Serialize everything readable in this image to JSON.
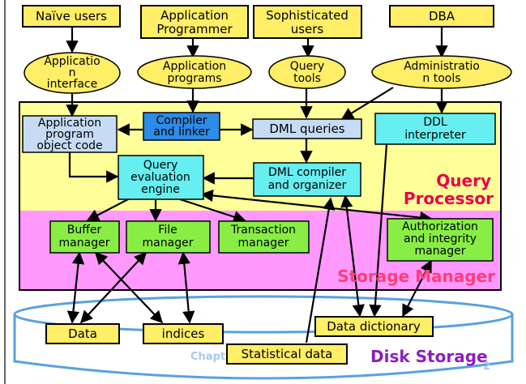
{
  "users": {
    "naive": "Naïve users",
    "programmer": [
      "Application",
      "Programmer"
    ],
    "sophisticated": [
      "Sophisticated",
      "users"
    ],
    "dba": "DBA"
  },
  "interfaces": {
    "app_interface": [
      "Applicatio",
      "n",
      "interface"
    ],
    "app_programs": [
      "Application",
      "programs"
    ],
    "query_tools": [
      "Query",
      "tools"
    ],
    "admin_tools": [
      "Administratio",
      "n tools"
    ]
  },
  "query_processor": {
    "label": [
      "Query",
      "Processor"
    ],
    "app_object_code": [
      "Application",
      "program",
      "object code"
    ],
    "compiler_linker": [
      "Compiler",
      "and linker"
    ],
    "dml_queries": "DML queries",
    "ddl_interpreter": [
      "DDL",
      "interpreter"
    ],
    "query_engine": [
      "Query",
      "evaluation",
      "engine"
    ],
    "dml_compiler": [
      "DML compiler",
      "and organizer"
    ]
  },
  "storage_manager": {
    "label": "Storage Manager",
    "buffer_manager": [
      "Buffer",
      "manager"
    ],
    "file_manager": [
      "File",
      "manager"
    ],
    "transaction_manager": [
      "Transaction",
      "manager"
    ],
    "auth_manager": [
      "Authorization",
      "and integrity",
      "manager"
    ]
  },
  "disk_storage": {
    "label": "Disk Storage",
    "data": "Data",
    "indices": "indices",
    "data_dictionary": "Data dictionary",
    "statistical_data": "Statistical data"
  },
  "footer": {
    "chapter_text": "Chapt",
    "page_number": "2"
  },
  "colors": {
    "yellow_box": "#ffee66",
    "qp_band": "#ffff99",
    "sm_band": "#ff99ff",
    "light_blue": "#c6dcf5",
    "cyan": "#66eef0",
    "dark_blue": "#2e8be6",
    "green": "#88ee44",
    "disk_border": "#5aa0e0"
  }
}
